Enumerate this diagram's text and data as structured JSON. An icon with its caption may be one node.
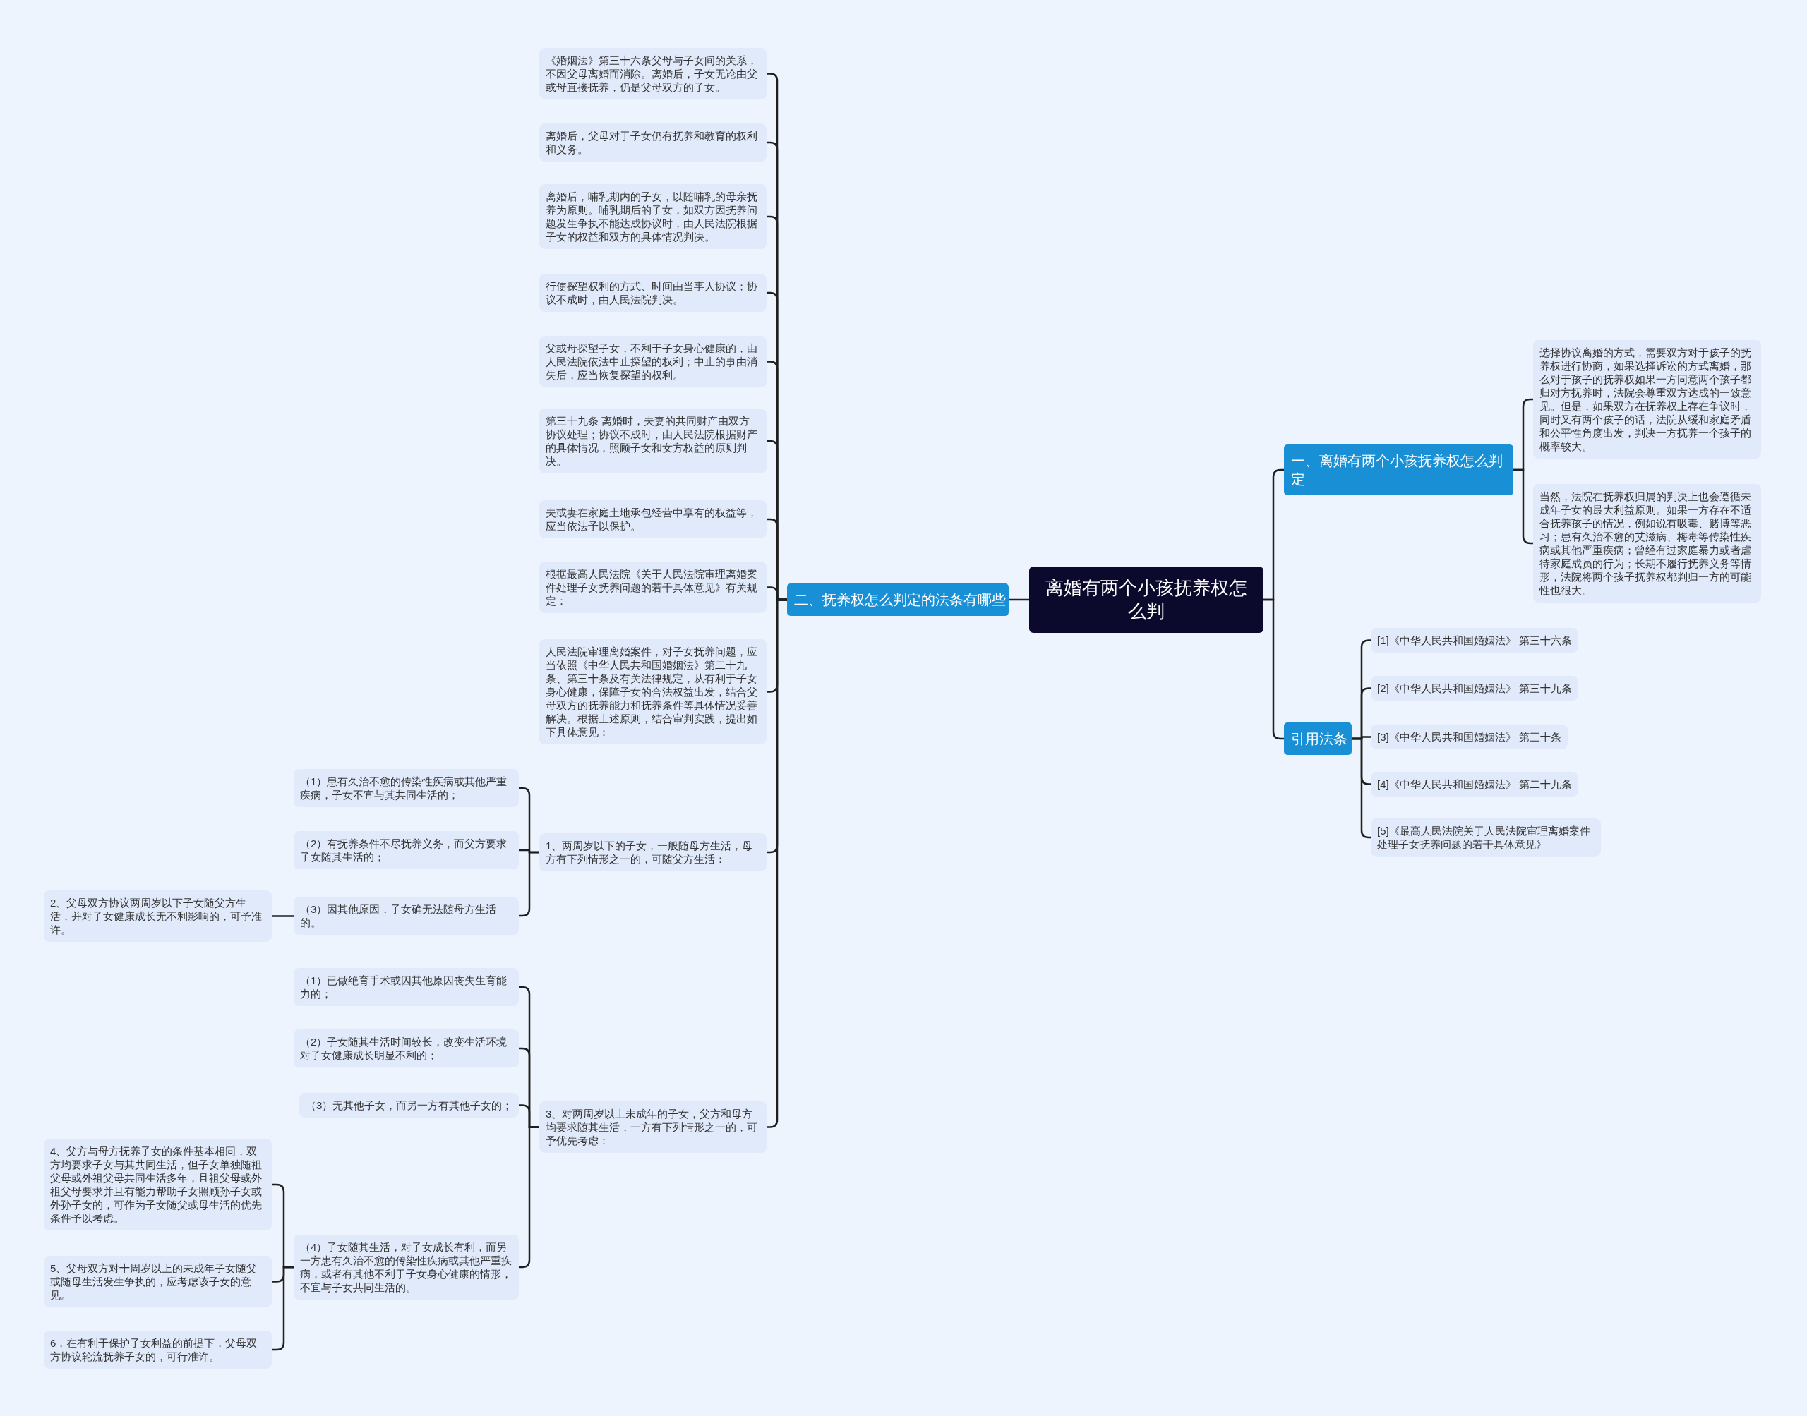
{
  "diagram": {
    "nodes": [
      {
        "text": [
          "离婚有两个小孩抚养权怎么判"
        ]
      },
      {
        "text": [
          "一、离婚有两个小孩抚养权怎么判定"
        ]
      },
      {
        "text": [
          "选择协议离婚的方式，需要双方对于孩子的抚养权进行协商，如果选择诉讼的方式离婚，那么对于孩子的抚养权如果一方同意两个孩子都归对方抚养时，法院会尊重双方达成的一致意见。但是，如果双方在抚养权上存在争议时，同时又有两个孩子的话，法院从缓和家庭矛盾和公平性角度出发，判决一方抚养一个孩子的概率较大。"
        ]
      },
      {
        "text": [
          "当然，法院在抚养权归属的判决上也会遵循未成年子女的最大利益原则。如果一方存在不适合抚养孩子的情况，例如说有吸毒、赌博等恶习；患有久治不愈的艾滋病、梅毒等传染性疾病或其他严重疾病；曾经有过家庭暴力或者虐待家庭成员的行为；长期不履行抚养义务等情形，法院将两个孩子抚养权都判归一方的可能性也很大。"
        ]
      },
      {
        "text": [
          "引用法条"
        ]
      },
      {
        "text": [
          "[1]《中华人民共和国婚姻法》 第三十六条"
        ]
      },
      {
        "text": [
          "[2]《中华人民共和国婚姻法》 第三十九条"
        ]
      },
      {
        "text": [
          "[3]《中华人民共和国婚姻法》 第三十条"
        ]
      },
      {
        "text": [
          "[4]《中华人民共和国婚姻法》 第二十九条"
        ]
      },
      {
        "text": [
          "[5]《最高人民法院关于人民法院审理离婚案件处理子女抚养问题的若干具体意见》"
        ]
      },
      {
        "text": [
          "二、抚养权怎么判定的法条有哪些"
        ]
      },
      {
        "text": [
          "《婚姻法》第三十六条父母与子女间的关系，不因父母离婚而消除。离婚后，子女无论由父或母直接抚养，仍是父母双方的子女。"
        ]
      },
      {
        "text": [
          "离婚后，父母对于子女仍有抚养和教育的权利和义务。"
        ]
      },
      {
        "text": [
          "离婚后，哺乳期内的子女，以随哺乳的母亲抚养为原则。哺乳期后的子女，如双方因抚养问题发生争执不能达成协议时，由人民法院根据子女的权益和双方的具体情况判决。"
        ]
      },
      {
        "text": [
          "行使探望权利的方式、时间由当事人协议；协议不成时，由人民法院判决。"
        ]
      },
      {
        "text": [
          "父或母探望子女，不利于子女身心健康的，由人民法院依法中止探望的权利；中止的事由消失后，应当恢复探望的权利。"
        ]
      },
      {
        "text": [
          "第三十九条 离婚时，夫妻的共同财产由双方协议处理；协议不成时，由人民法院根据财产的具体情况，照顾子女和女方权益的原则判决。"
        ]
      },
      {
        "text": [
          "夫或妻在家庭土地承包经营中享有的权益等，应当依法予以保护。"
        ]
      },
      {
        "text": [
          "根据最高人民法院《关于人民法院审理离婚案件处理子女抚养问题的若干具体意见》有关规定："
        ]
      },
      {
        "text": [
          "人民法院审理离婚案件，对子女抚养问题，应当依照《中华人民共和国婚姻法》第二十九条、第三十条及有关法律规定，从有利于子女身心健康，保障子女的合法权益出发，结合父母双方的抚养能力和抚养条件等具体情况妥善解决。根据上述原则，结合审判实践，提出如下具体意见："
        ]
      },
      {
        "text": [
          "1、两周岁以下的子女，一般随母方生活，母方有下列情形之一的，可随父方生活："
        ]
      },
      {
        "text": [
          "3、对两周岁以上未成年的子女，父方和母方均要求随其生活，一方有下列情形之一的，可予优先考虑："
        ]
      },
      {
        "text": [
          "（1）患有久治不愈的传染性疾病或其他严重疾病，子女不宜与其共同生活的；"
        ]
      },
      {
        "text": [
          "（2）有抚养条件不尽抚养义务，而父方要求子女随其生活的；"
        ]
      },
      {
        "text": [
          "（3）因其他原因，子女确无法随母方生活的。"
        ]
      },
      {
        "text": [
          "2、父母双方协议两周岁以下子女随父方生活，并对子女健康成长无不利影响的，可予准许。"
        ]
      },
      {
        "text": [
          "（1）已做绝育手术或因其他原因丧失生育能力的；"
        ]
      },
      {
        "text": [
          "（2）子女随其生活时间较长，改变生活环境对子女健康成长明显不利的；"
        ]
      },
      {
        "text": [
          "（3）无其他子女，而另一方有其他子女的；"
        ]
      },
      {
        "text": [
          "（4）子女随其生活，对子女成长有利，而另一方患有久治不愈的传染性疾病或其他严重疾病，或者有其他不利于子女身心健康的情形，不宜与子女共同生活的。"
        ]
      },
      {
        "text": [
          "4、父方与母方抚养子女的条件基本相同，双方均要求子女与其共同生活，但子女单独随祖父母或外祖父母共同生活多年，且祖父母或外祖父母要求并且有能力帮助子女照顾孙子女或外孙子女的，可作为子女随父或母生活的优先条件予以考虑。"
        ]
      },
      {
        "text": [
          "5、父母双方对十周岁以上的未成年子女随父或随母生活发生争执的，应考虑该子女的意见。"
        ]
      },
      {
        "text": [
          "6，在有利于保护子女利益的前提下，父母双方协议轮流抚养子女的，可行准许。"
        ]
      }
    ],
    "edges": [
      {
        "from": 0,
        "to": 1,
        "arrow": "none"
      },
      {
        "from": 1,
        "to": 2,
        "arrow": "none"
      },
      {
        "from": 1,
        "to": 3,
        "arrow": "none"
      },
      {
        "from": 0,
        "to": 4,
        "arrow": "none"
      },
      {
        "from": 4,
        "to": 5,
        "arrow": "none"
      },
      {
        "from": 4,
        "to": 6,
        "arrow": "none"
      },
      {
        "from": 4,
        "to": 7,
        "arrow": "none"
      },
      {
        "from": 4,
        "to": 8,
        "arrow": "none"
      },
      {
        "from": 4,
        "to": 9,
        "arrow": "none"
      },
      {
        "from": 0,
        "to": 10,
        "arrow": "none"
      },
      {
        "from": 10,
        "to": 11,
        "arrow": "none"
      },
      {
        "from": 10,
        "to": 12,
        "arrow": "none"
      },
      {
        "from": 10,
        "to": 13,
        "arrow": "none"
      },
      {
        "from": 10,
        "to": 14,
        "arrow": "none"
      },
      {
        "from": 10,
        "to": 15,
        "arrow": "none"
      },
      {
        "from": 10,
        "to": 16,
        "arrow": "none"
      },
      {
        "from": 10,
        "to": 17,
        "arrow": "none"
      },
      {
        "from": 10,
        "to": 18,
        "arrow": "none"
      },
      {
        "from": 10,
        "to": 19,
        "arrow": "none"
      },
      {
        "from": 10,
        "to": 20,
        "arrow": "none"
      },
      {
        "from": 10,
        "to": 21,
        "arrow": "none"
      },
      {
        "from": 20,
        "to": 22,
        "arrow": "none"
      },
      {
        "from": 20,
        "to": 23,
        "arrow": "none"
      },
      {
        "from": 20,
        "to": 24,
        "arrow": "none"
      },
      {
        "from": 24,
        "to": 25,
        "arrow": "none"
      },
      {
        "from": 21,
        "to": 26,
        "arrow": "none"
      },
      {
        "from": 21,
        "to": 27,
        "arrow": "none"
      },
      {
        "from": 21,
        "to": 28,
        "arrow": "none"
      },
      {
        "from": 21,
        "to": 29,
        "arrow": "none"
      },
      {
        "from": 29,
        "to": 30,
        "arrow": "none"
      },
      {
        "from": 29,
        "to": 31,
        "arrow": "none"
      },
      {
        "from": 29,
        "to": 32,
        "arrow": "none"
      }
    ]
  }
}
